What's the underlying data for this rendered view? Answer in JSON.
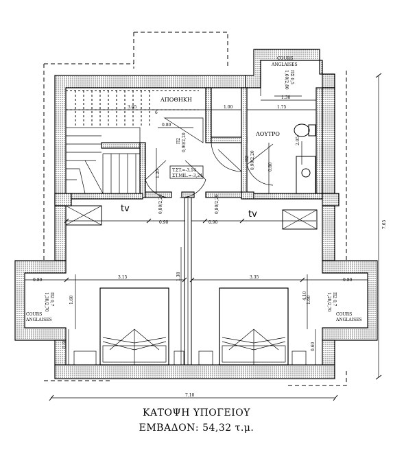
{
  "plan": {
    "title": "ΚΑΤΟΨΗ ΥΠΟΓΕΙΟΥ",
    "area": "ΕΜΒΑΔΟΝ: 54,32 τ.μ."
  },
  "rooms": {
    "storage": "ΑΠΟΘΗΚΗ",
    "bath": "ΛΟΥΤΡΟ",
    "cours_top_1": "COURS",
    "cours_top_2": "ANGLAISES",
    "cours_left_1": "COURS",
    "cours_left_2": "ANGLAISES",
    "cours_right_1": "COURS",
    "cours_right_2": "ANGLAISES",
    "tv_left": "tv",
    "tv_right": "tv"
  },
  "levels": {
    "line1": "T.ΣT.=-3,14",
    "line2": "ΣT.MIL.=-3,24"
  },
  "dimensions": {
    "d_365": "3.65",
    "d_100": "1.00",
    "d_175": "1.75",
    "d_130": "1.30",
    "d_080_top": "0.80",
    "d_080_bath": "0.80",
    "d_120": "1.20",
    "d_205": "2.05",
    "d_090_left": "0.90",
    "d_090_right": "0.90",
    "d_315": "3.15",
    "d_335": "3.35",
    "d_080_left": "0.80",
    "d_080_right": "0.80",
    "d_160_left": "1.60",
    "d_160_right": "1.60",
    "d_060_left": "0.60",
    "d_060_right": "0.60",
    "d_410": "4.10",
    "d_138": "1.38",
    "d_710": "7.10",
    "d_765": "7.65",
    "d_6": "6",
    "w_top_1": "ΠΣ 0,5",
    "w_top_2": "1,60/2,80",
    "w_left_1": "Π2 0,7",
    "w_left_2": "1,30/2,70",
    "w_right_1": "Π2 0,7",
    "w_right_2": "1,20/2,70",
    "door_1a": "Π2",
    "door_1b": "0,90/2,20",
    "door_2a": "Π2",
    "door_2b": "0,90/2,20",
    "door_3": "0,80/2,20",
    "door_4": "0,80/2,20"
  }
}
